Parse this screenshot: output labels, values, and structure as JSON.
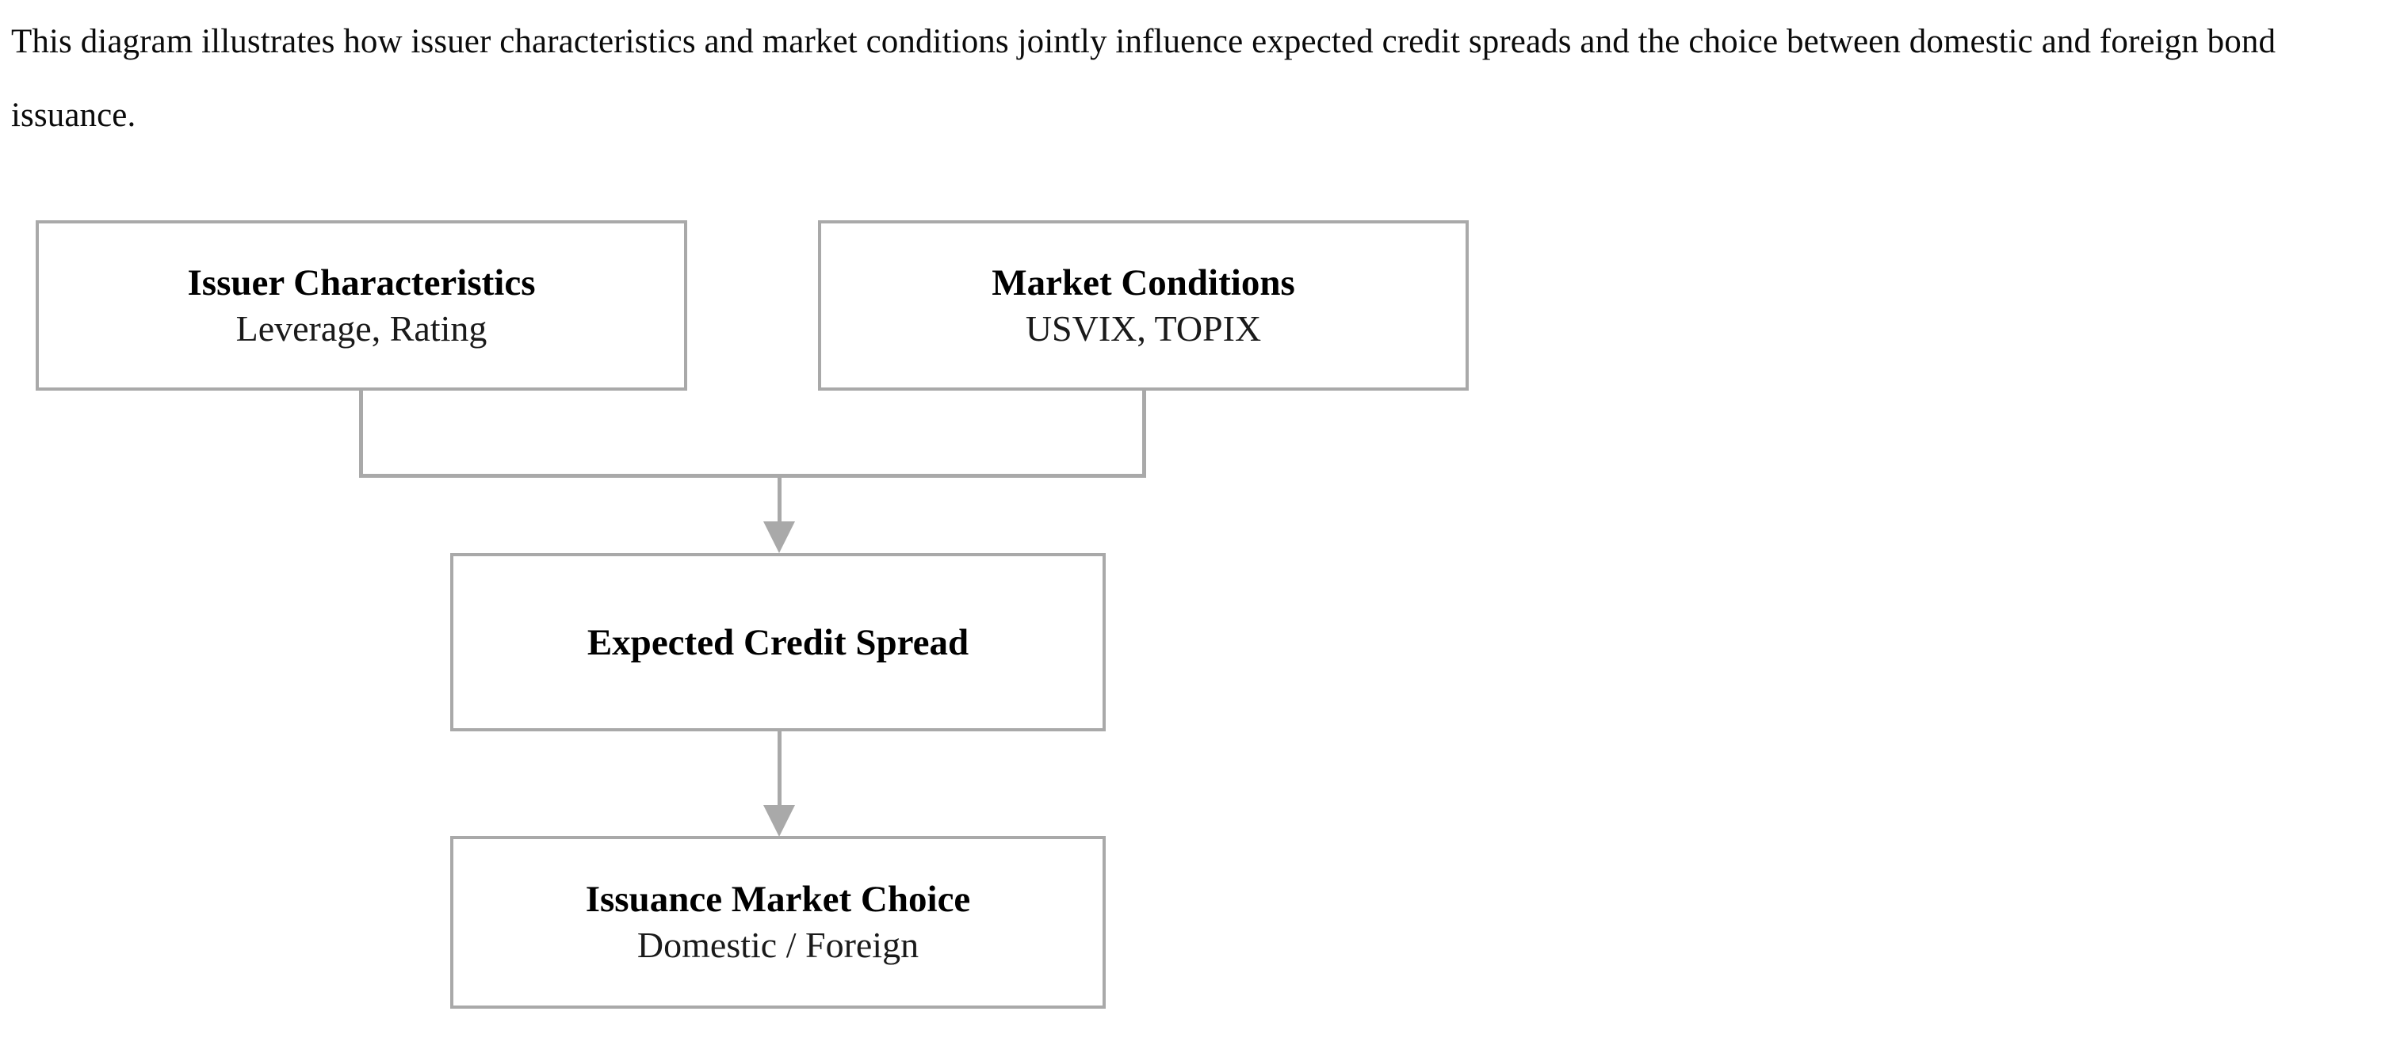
{
  "caption": {
    "text": "This diagram illustrates how issuer characteristics and market conditions jointly influence expected credit spreads and the choice between domestic and foreign bond issuance."
  },
  "diagram": {
    "line_color": "#a9a9a9",
    "box_border_color": "#a9a9a9",
    "text_color": "#000000",
    "background": "#ffffff",
    "nodes": [
      {
        "id": "issuer-characteristics",
        "title": "Issuer Characteristics",
        "subtitle": "Leverage, Rating"
      },
      {
        "id": "market-conditions",
        "title": "Market Conditions",
        "subtitle": "USVIX, TOPIX"
      },
      {
        "id": "expected-credit-spread",
        "title": "Expected Credit Spread",
        "subtitle": ""
      },
      {
        "id": "issuance-market-choice",
        "title": "Issuance Market Choice",
        "subtitle": "Domestic / Foreign"
      }
    ],
    "edges": [
      {
        "from": "issuer-characteristics",
        "to": "expected-credit-spread",
        "style": "elbow-merge",
        "arrow": true
      },
      {
        "from": "market-conditions",
        "to": "expected-credit-spread",
        "style": "elbow-merge",
        "arrow": true
      },
      {
        "from": "expected-credit-spread",
        "to": "issuance-market-choice",
        "style": "straight",
        "arrow": true
      }
    ]
  }
}
